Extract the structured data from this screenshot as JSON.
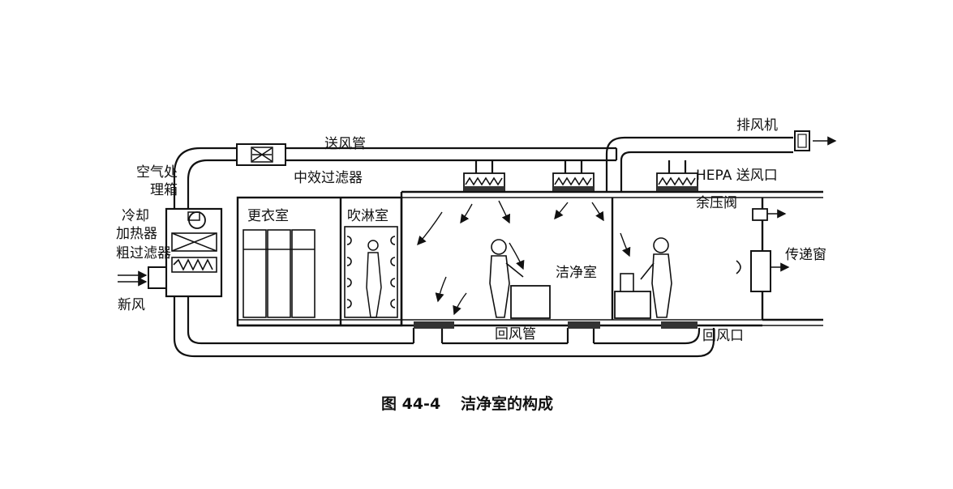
{
  "labels": {
    "supply_duct": "送风管",
    "exhaust_fan": "排风机",
    "ahu": "空气处",
    "ahu2": "理箱",
    "medium_filter": "中效过滤器",
    "hepa_outlet": "HEPA 送风口",
    "cooling_heating": "冷却",
    "cooling_heating2": "加热器",
    "coarse_filter": "粗过滤器",
    "fresh_air": "新风",
    "changing_room": "更衣室",
    "air_shower": "吹淋室",
    "clean_room": "洁净室",
    "relief_valve": "余压阀",
    "pass_box": "传递窗",
    "return_duct": "回风管",
    "return_outlet": "回风口"
  },
  "caption": {
    "figure_no": "图 44-4",
    "title": "洁净室的构成"
  }
}
